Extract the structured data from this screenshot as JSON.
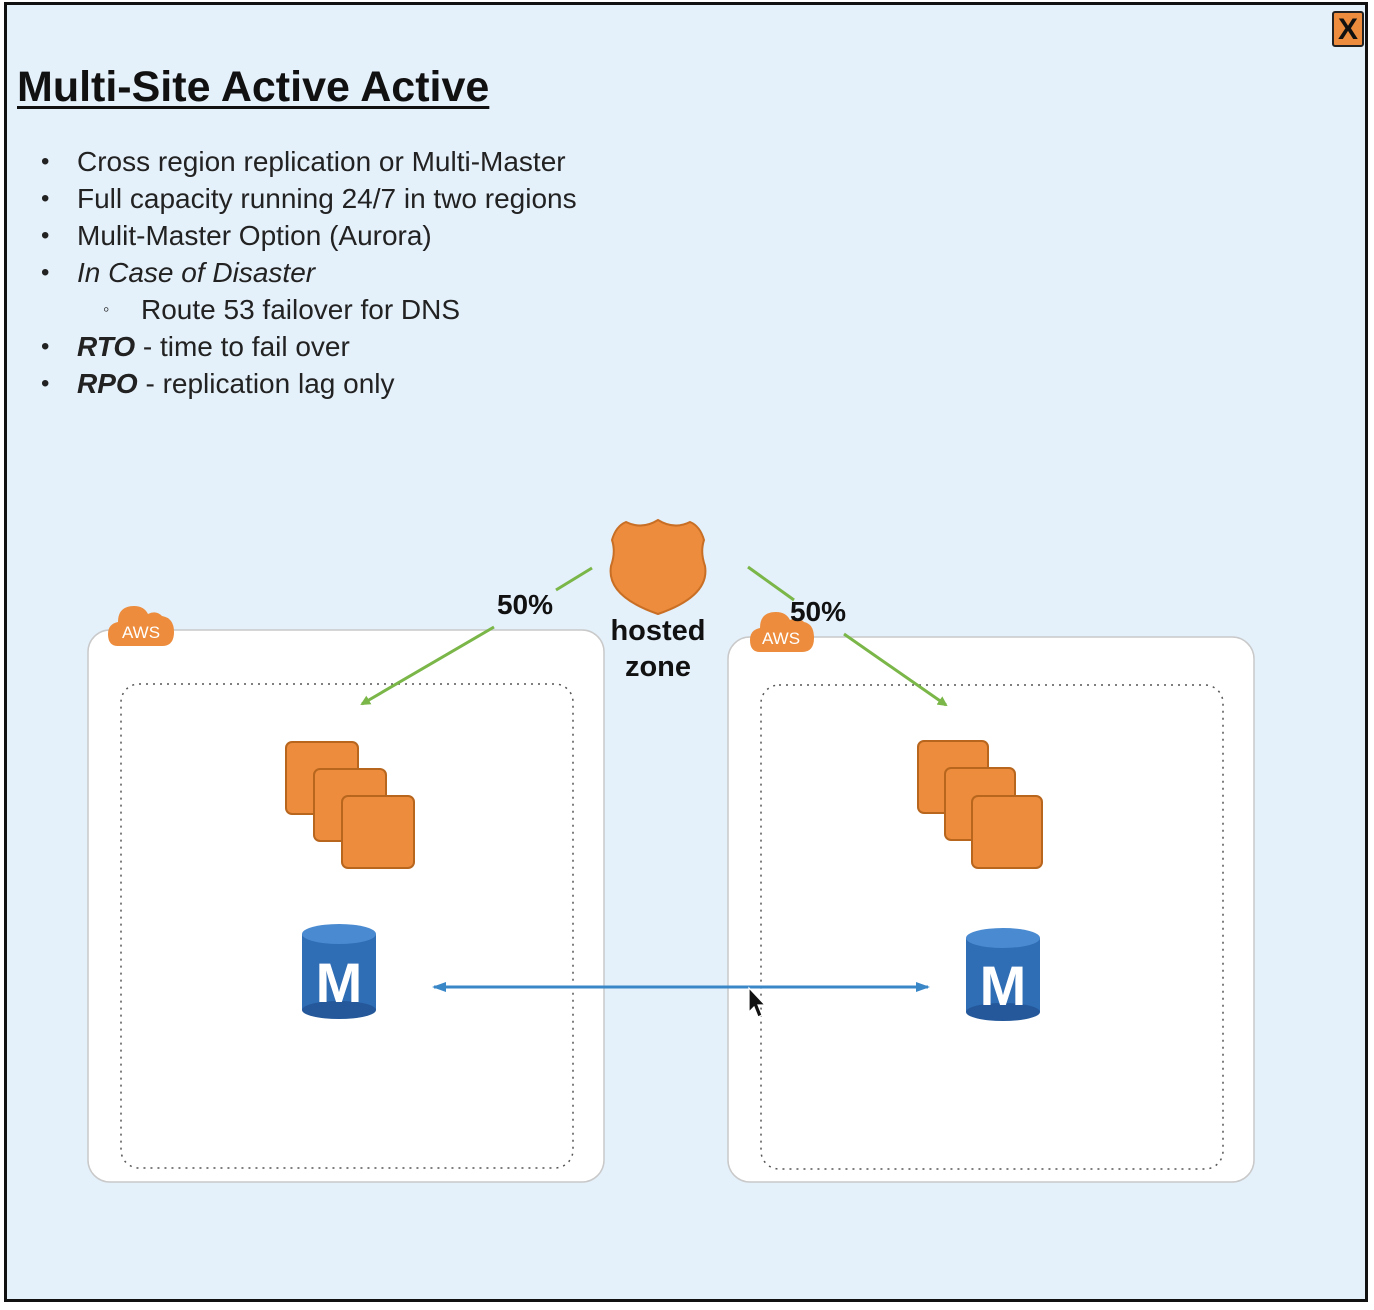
{
  "close_label": "X",
  "title": "Multi-Site Active Active",
  "bullets": [
    {
      "text": "Cross region replication or Multi-Master"
    },
    {
      "text": "Full capacity running 24/7 in two regions"
    },
    {
      "text": "Mulit-Master Option (Aurora)"
    },
    {
      "text": "In Case of Disaster"
    },
    {
      "text": "Route 53 failover for DNS"
    },
    {
      "bold": "RTO",
      "text": " - time to fail over"
    },
    {
      "bold": "RPO",
      "text": " - replication lag only"
    }
  ],
  "diagram": {
    "hosted_zone_line1": "hosted",
    "hosted_zone_line2": "zone",
    "left_weight": "50%",
    "right_weight": "50%",
    "aws_badge_left": "AWS",
    "aws_badge_right": "AWS",
    "db_letter_left": "M",
    "db_letter_right": "M"
  },
  "colors": {
    "background": "#e4f0fa",
    "aws_orange": "#ec8c3c",
    "arrow_green": "#7ab648",
    "replication_blue": "#3a87c8",
    "db_blue": "#2f6db5"
  },
  "icons": [
    "close-icon",
    "route53-shield-icon",
    "aws-cloud-icon",
    "ec2-instances-icon",
    "database-icon",
    "mouse-cursor-icon"
  ]
}
